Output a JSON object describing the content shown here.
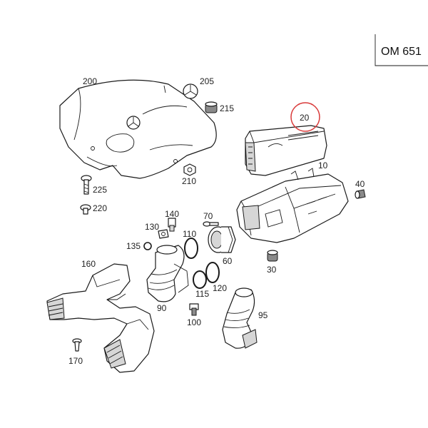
{
  "engine_code": "OM 651",
  "highlight_color": "#d93a3a",
  "highlighted_part": "20",
  "parts": {
    "p10": "10",
    "p20": "20",
    "p30": "30",
    "p40": "40",
    "p60": "60",
    "p70": "70",
    "p90": "90",
    "p95": "95",
    "p100": "100",
    "p110": "110",
    "p115": "115",
    "p120": "120",
    "p130": "130",
    "p135": "135",
    "p140": "140",
    "p160": "160",
    "p170": "170",
    "p200": "200",
    "p205": "205",
    "p210": "210",
    "p215": "215",
    "p220": "220",
    "p225": "225"
  }
}
